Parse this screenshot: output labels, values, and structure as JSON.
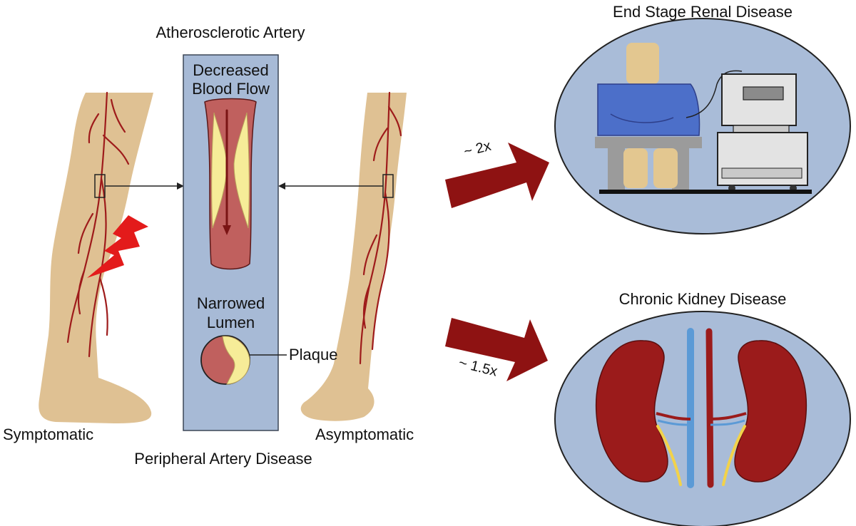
{
  "title_top": "Atherosclerotic Artery",
  "title_bottom": "Peripheral Artery Disease",
  "panel": {
    "decreased_line1": "Decreased",
    "decreased_line2": "Blood Flow",
    "narrowed_line1": "Narrowed",
    "narrowed_line2": "Lumen",
    "plaque": "Plaque"
  },
  "legs": {
    "left_caption": "Symptomatic",
    "right_caption": "Asymptomatic"
  },
  "outcomes": [
    {
      "title": "End Stage Renal Disease",
      "multiplier": "~ 2x"
    },
    {
      "title": "Chronic Kidney Disease",
      "multiplier": "~ 1.5x"
    }
  ],
  "colors": {
    "skin": "#dfc193",
    "vessel": "#9e1b1b",
    "panel_fill": "#a7bad6",
    "artery_wall": "#c0605e",
    "plaque": "#f6ec98",
    "bolt": "#e31b1b",
    "arrow": "#8e1212",
    "oval": "#a9bcd8",
    "kidney": "#9b1b1b",
    "vein_blue": "#5b9ad6",
    "ureter": "#f2d24a",
    "person_body": "#4c6fc9",
    "person_head": "#e3c790",
    "machine": "#e3e3e3"
  },
  "icons": [
    "lightning-bolt-icon",
    "dialysis-machine-icon",
    "patient-icon",
    "kidneys-icon",
    "leg-icon"
  ]
}
